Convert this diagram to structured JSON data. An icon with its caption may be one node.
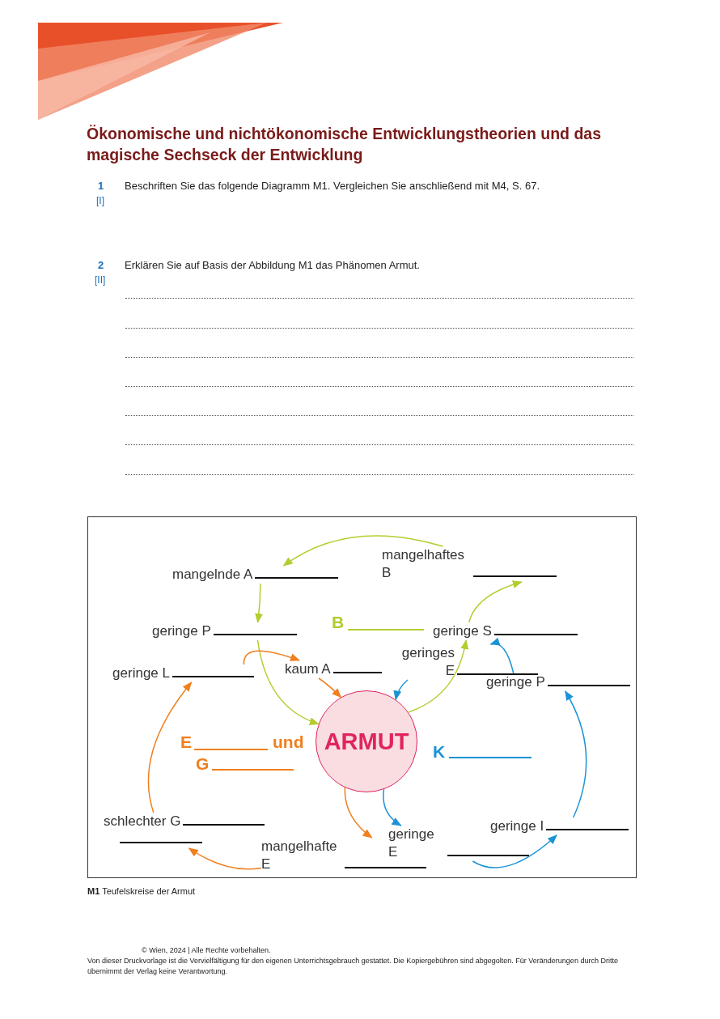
{
  "diagram": {
    "title": "Ökonomische und nichtökonomische Entwicklungstheorien und das magische Sechseck der Entwicklung",
    "caption": "**M1** Teufelskreise der Armut",
    "nodes": [
      {
        "text": [
          "mangelnde A"
        ]
      },
      {
        "text": [
          "mangelhaftes B"
        ]
      },
      {
        "text": [
          "geringe P"
        ]
      },
      {
        "text": [
          "geringe S"
        ]
      },
      {
        "text": [
          "geringes E"
        ]
      },
      {
        "text": [
          "kaum A"
        ]
      },
      {
        "text": [
          "geringe L"
        ]
      },
      {
        "text": [
          "geringe P"
        ]
      },
      {
        "text": [
          "ARMUT"
        ]
      },
      {
        "text": [
          "schlechter G"
        ]
      },
      {
        "text": [
          "geringe E"
        ]
      },
      {
        "text": [
          "geringe I"
        ]
      },
      {
        "text": [
          "mangelhafte E"
        ]
      }
    ],
    "edges": [
      {
        "from": 8,
        "to": 3,
        "arrow": "to",
        "color": "#b5cc2e"
      },
      {
        "from": 3,
        "to": 1,
        "arrow": "to",
        "color": "#b5cc2e"
      },
      {
        "from": 1,
        "to": 0,
        "arrow": "to",
        "color": "#b5cc2e"
      },
      {
        "from": 0,
        "to": 2,
        "arrow": "to",
        "color": "#b5cc2e"
      },
      {
        "from": 2,
        "to": 8,
        "arrow": "to",
        "color": "#b5cc2e"
      },
      {
        "from": 8,
        "to": 12,
        "arrow": "to",
        "color": "#f07f1e"
      },
      {
        "from": 12,
        "to": 9,
        "arrow": "to",
        "color": "#f07f1e"
      },
      {
        "from": 9,
        "to": 6,
        "arrow": "to",
        "color": "#f07f1e"
      },
      {
        "from": 6,
        "to": 5,
        "arrow": "to",
        "color": "#f07f1e"
      },
      {
        "from": 5,
        "to": 8,
        "arrow": "to",
        "color": "#f07f1e"
      },
      {
        "from": 8,
        "to": 10,
        "arrow": "to",
        "color": "#1a93d6"
      },
      {
        "from": 10,
        "to": 11,
        "arrow": "to",
        "color": "#1a93d6"
      },
      {
        "from": 11,
        "to": 7,
        "arrow": "to",
        "color": "#1a93d6"
      },
      {
        "from": 7,
        "to": 4,
        "arrow": "to",
        "color": "#1a93d6"
      },
      {
        "from": 4,
        "to": 8,
        "arrow": "to",
        "color": "#1a93d6"
      }
    ],
    "labels": [
      "1",
      "[I]",
      "Beschriften Sie das folgende Diagramm M1. Vergleichen Sie anschließend mit M4, S. 67.",
      "2",
      "[II]",
      "Erklären Sie auf Basis der Abbildung M1 das Phänomen Armut.",
      "B",
      "E",
      "und",
      "G",
      "K",
      "© Wien, 2024 | Alle Rechte vorbehalten.",
      "Von dieser Druckvorlage ist die Vervielfältigung für den eigenen Unterrichtsgebrauch gestattet. Die Kopiergebühren sind abgegolten. Für Veränderungen durch Dritte übernimmt der Verlag keine Verantwortung."
    ]
  }
}
